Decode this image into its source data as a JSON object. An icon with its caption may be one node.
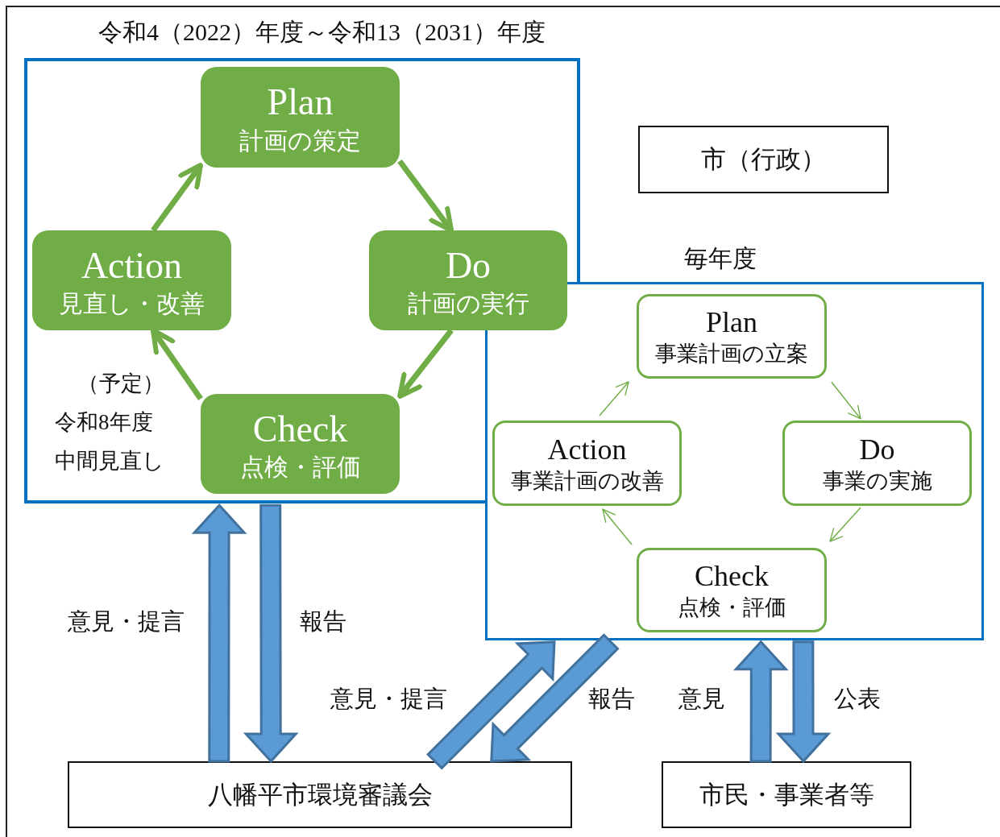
{
  "diagram": {
    "nodes": [
      {
        "text": [
          "令和4（2022）年度～令和13（2031）年度"
        ]
      },
      {
        "text": [
          "Plan",
          "計画の策定"
        ],
        "in": 0
      },
      {
        "text": [
          "Do",
          "計画の実行"
        ],
        "in": 0
      },
      {
        "text": [
          "Check",
          "点検・評価"
        ],
        "in": 0
      },
      {
        "text": [
          "Action",
          "見直し・改善"
        ],
        "in": 0
      },
      {
        "text": [
          "市（行政）"
        ]
      },
      {
        "text": [
          "毎年度"
        ]
      },
      {
        "text": [
          "Plan",
          "事業計画の立案"
        ],
        "in": 6
      },
      {
        "text": [
          "Action",
          "事業計画の改善"
        ],
        "in": 6
      },
      {
        "text": [
          "Do",
          "事業の実施"
        ],
        "in": 6
      },
      {
        "text": [
          "Check",
          "点検・評価"
        ],
        "in": 6
      },
      {
        "text": [
          "八幡平市環境審議会"
        ]
      },
      {
        "text": [
          "市民・事業者等"
        ]
      }
    ],
    "edges": [
      {
        "from": 1,
        "to": 2,
        "arrow": "to",
        "style": "thick"
      },
      {
        "from": 2,
        "to": 3,
        "arrow": "to",
        "style": "thick"
      },
      {
        "from": 3,
        "to": 4,
        "arrow": "to",
        "style": "thick"
      },
      {
        "from": 4,
        "to": 1,
        "arrow": "to",
        "style": "thick"
      },
      {
        "from": 7,
        "to": 9,
        "arrow": "to"
      },
      {
        "from": 9,
        "to": 10,
        "arrow": "to"
      },
      {
        "from": 10,
        "to": 8,
        "arrow": "to"
      },
      {
        "from": 8,
        "to": 7,
        "arrow": "to"
      },
      {
        "from": 11,
        "to": 0,
        "arrow": "to",
        "label": "意見・提言",
        "style": "thick",
        "color": "#5b9bd5"
      },
      {
        "from": 0,
        "to": 11,
        "arrow": "to",
        "label": "報告",
        "style": "thick",
        "color": "#5b9bd5"
      },
      {
        "from": 11,
        "to": 6,
        "arrow": "to",
        "label": "意見・提言",
        "style": "thick",
        "color": "#5b9bd5"
      },
      {
        "from": 6,
        "to": 11,
        "arrow": "to",
        "label": "報告",
        "style": "thick",
        "color": "#5b9bd5"
      },
      {
        "from": 12,
        "to": 6,
        "arrow": "to",
        "label": "意見",
        "style": "thick",
        "color": "#5b9bd5"
      },
      {
        "from": 6,
        "to": 12,
        "arrow": "to",
        "label": "公表",
        "style": "thick",
        "color": "#5b9bd5"
      }
    ],
    "labels": [
      "（予定）",
      "令和8年度",
      "中間見直し"
    ]
  }
}
